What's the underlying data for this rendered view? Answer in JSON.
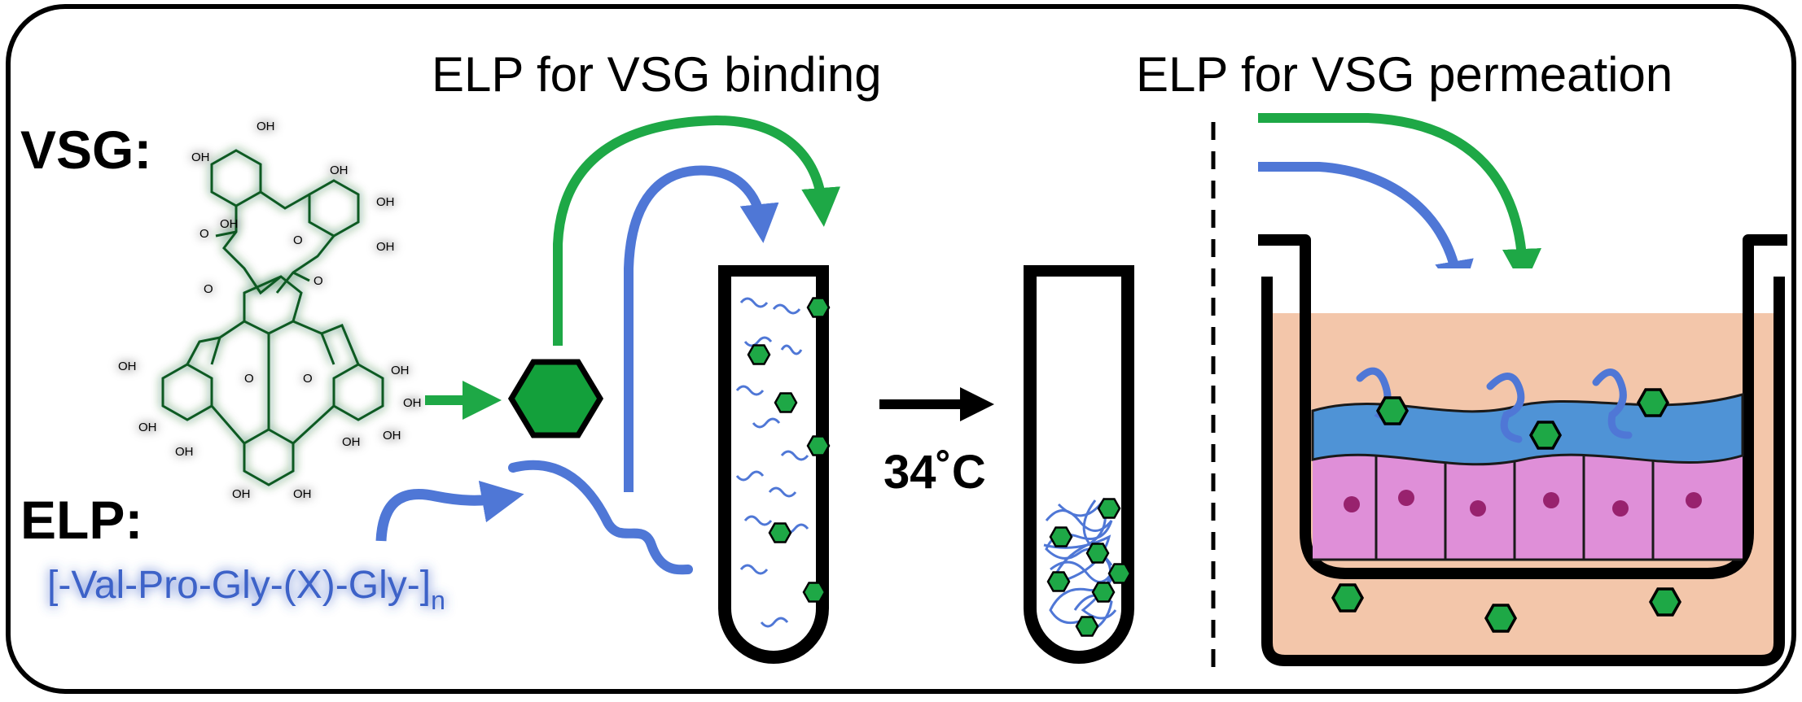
{
  "headings": {
    "binding": "ELP for VSG binding",
    "permeation": "ELP for VSG permeation"
  },
  "labels": {
    "vsg": "VSG:",
    "elp": "ELP:",
    "elp_formula": "[-Val-Pro-Gly-(X)-Gly-]",
    "elp_subscript": "n",
    "temperature": "34˚C"
  },
  "molecule": {
    "hydroxyl": "OH",
    "oxygen": "O"
  },
  "colors": {
    "green": "#1ea846",
    "blue": "#4f77d6",
    "vsg_fill": "#13a03b",
    "tissue": "#f3c6aa",
    "cell": "#df8fd8",
    "nucleus": "#98226e",
    "mucus": "#4f93d6"
  }
}
